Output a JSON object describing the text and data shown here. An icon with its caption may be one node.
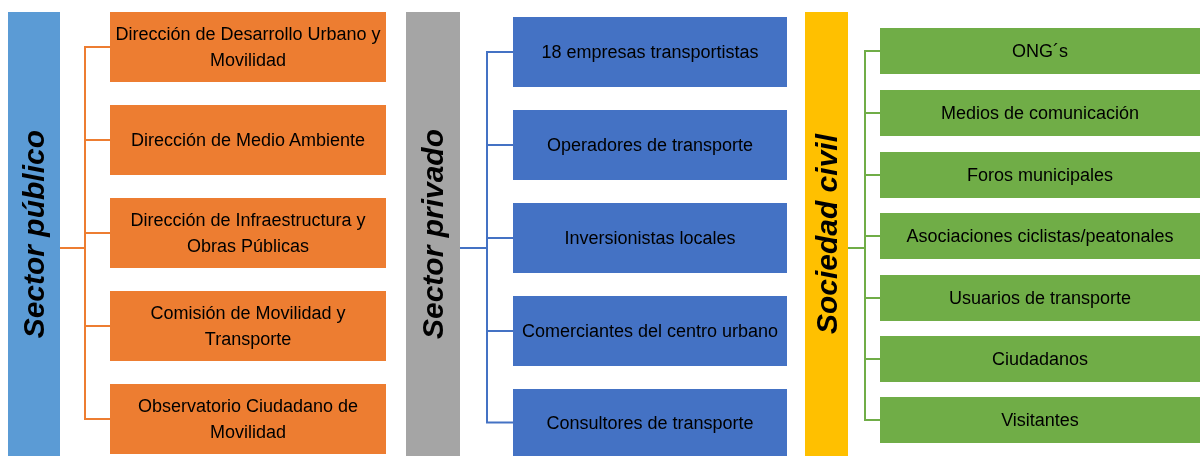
{
  "diagram": {
    "nodes": [
      {
        "text": [
          "Sector público"
        ]
      },
      {
        "text": [
          "Dirección de Desarrollo Urbano y Movilidad"
        ]
      },
      {
        "text": [
          "Dirección de Medio Ambiente"
        ]
      },
      {
        "text": [
          "Dirección de Infraestructura y Obras Públicas"
        ]
      },
      {
        "text": [
          "Comisión de Movilidad y Transporte"
        ]
      },
      {
        "text": [
          "Observatorio Ciudadano de Movilidad"
        ]
      },
      {
        "text": [
          "Sector privado"
        ]
      },
      {
        "text": [
          "18 empresas transportistas"
        ]
      },
      {
        "text": [
          "Operadores de transporte"
        ]
      },
      {
        "text": [
          "Inversionistas locales"
        ]
      },
      {
        "text": [
          "Comerciantes del centro urbano"
        ]
      },
      {
        "text": [
          "Consultores de transporte"
        ]
      },
      {
        "text": [
          "Sociedad civil"
        ]
      },
      {
        "text": [
          "ONG´s"
        ]
      },
      {
        "text": [
          "Medios de comunicación"
        ]
      },
      {
        "text": [
          "Foros municipales"
        ]
      },
      {
        "text": [
          "Asociaciones ciclistas/peatonales"
        ]
      },
      {
        "text": [
          "Usuarios de transporte"
        ]
      },
      {
        "text": [
          "Ciudadanos"
        ]
      },
      {
        "text": [
          "Visitantes"
        ]
      }
    ],
    "edges": [
      {
        "from": 0,
        "to": 1,
        "arrow": "none",
        "color": "#ed7d31"
      },
      {
        "from": 0,
        "to": 2,
        "arrow": "none",
        "color": "#ed7d31"
      },
      {
        "from": 0,
        "to": 3,
        "arrow": "none",
        "color": "#ed7d31"
      },
      {
        "from": 0,
        "to": 4,
        "arrow": "none",
        "color": "#ed7d31"
      },
      {
        "from": 0,
        "to": 5,
        "arrow": "none",
        "color": "#ed7d31"
      },
      {
        "from": 6,
        "to": 7,
        "arrow": "none",
        "color": "#4472c4"
      },
      {
        "from": 6,
        "to": 8,
        "arrow": "none",
        "color": "#4472c4"
      },
      {
        "from": 6,
        "to": 9,
        "arrow": "none",
        "color": "#4472c4"
      },
      {
        "from": 6,
        "to": 10,
        "arrow": "none",
        "color": "#4472c4"
      },
      {
        "from": 6,
        "to": 11,
        "arrow": "none",
        "color": "#4472c4"
      },
      {
        "from": 12,
        "to": 13,
        "arrow": "none"
      },
      {
        "from": 12,
        "to": 14,
        "arrow": "none"
      },
      {
        "from": 12,
        "to": 15,
        "arrow": "none"
      },
      {
        "from": 12,
        "to": 16,
        "arrow": "none"
      },
      {
        "from": 12,
        "to": 17,
        "arrow": "none"
      },
      {
        "from": 12,
        "to": 18,
        "arrow": "none"
      },
      {
        "from": 12,
        "to": 19,
        "arrow": "none"
      }
    ]
  }
}
